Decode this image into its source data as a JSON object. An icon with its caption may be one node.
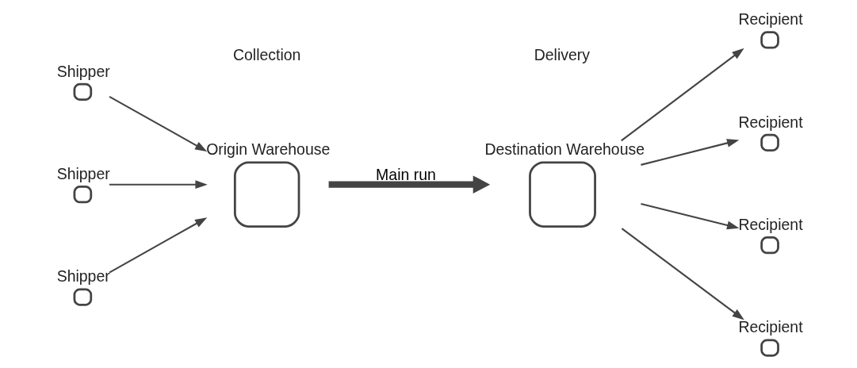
{
  "diagram": {
    "nodes": [
      {
        "text": [
          "Shipper"
        ]
      },
      {
        "text": [
          "Shipper"
        ]
      },
      {
        "text": [
          "Shipper"
        ]
      },
      {
        "text": [
          "Origin Warehouse"
        ]
      },
      {
        "text": [
          "Destination Warehouse"
        ]
      },
      {
        "text": [
          "Recipient"
        ]
      },
      {
        "text": [
          "Recipient"
        ]
      },
      {
        "text": [
          "Recipient"
        ]
      },
      {
        "text": [
          "Recipient"
        ]
      }
    ],
    "edges": [
      {
        "from": 0,
        "to": 3,
        "arrow": "to"
      },
      {
        "from": 1,
        "to": 3,
        "arrow": "to"
      },
      {
        "from": 2,
        "to": 3,
        "arrow": "to"
      },
      {
        "from": 3,
        "to": 4,
        "arrow": "to",
        "label": "Main run",
        "style": "thick"
      },
      {
        "from": 4,
        "to": 5,
        "arrow": "to"
      },
      {
        "from": 4,
        "to": 6,
        "arrow": "to"
      },
      {
        "from": 4,
        "to": 7,
        "arrow": "to"
      },
      {
        "from": 4,
        "to": 8,
        "arrow": "to"
      }
    ],
    "labels": [
      "Collection",
      "Delivery"
    ]
  }
}
